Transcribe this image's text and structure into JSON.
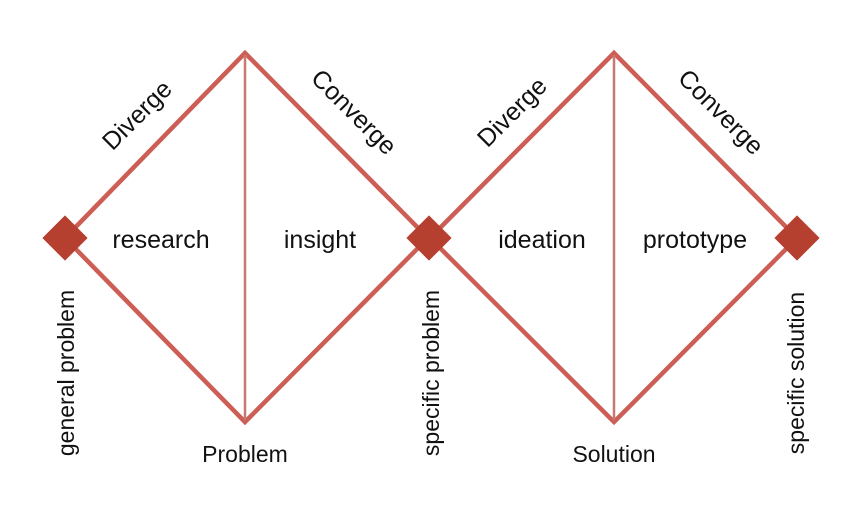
{
  "colors": {
    "line": "#cc5e55",
    "marker": "#b5402f",
    "divider": "#c87a72",
    "text": "#111111"
  },
  "diamonds": [
    {
      "name": "Problem",
      "diverge": "Diverge",
      "converge": "Converge",
      "left_phase": "research",
      "right_phase": "insight"
    },
    {
      "name": "Solution",
      "diverge": "Diverge",
      "converge": "Converge",
      "left_phase": "ideation",
      "right_phase": "prototype"
    }
  ],
  "endpoints": [
    "general problem",
    "specific problem",
    "specific solution"
  ]
}
